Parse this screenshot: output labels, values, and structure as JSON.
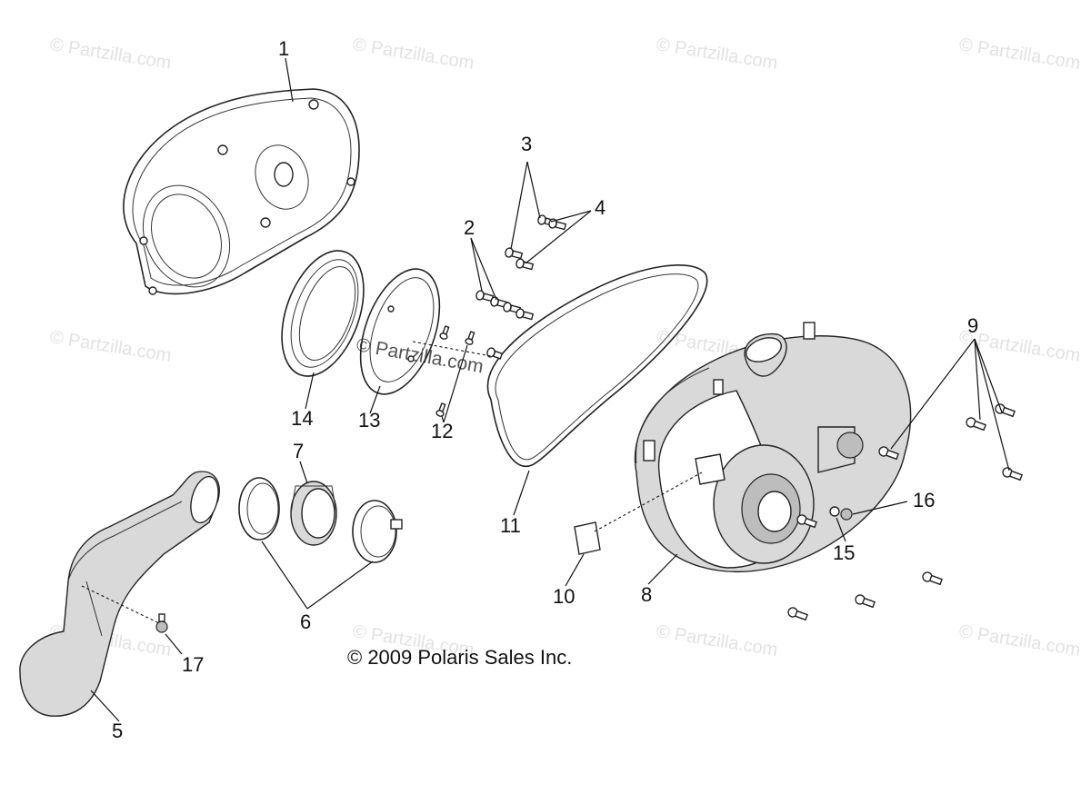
{
  "watermark": "© Partzilla.com",
  "copyright": "© 2009 Polaris Sales Inc.",
  "callouts": {
    "c1": "1",
    "c2": "2",
    "c3": "3",
    "c4": "4",
    "c5": "5",
    "c6": "6",
    "c7": "7",
    "c8": "8",
    "c9": "9",
    "c10": "10",
    "c11": "11",
    "c12": "12",
    "c13": "13",
    "c14": "14",
    "c15": "15",
    "c16": "16",
    "c17": "17"
  }
}
